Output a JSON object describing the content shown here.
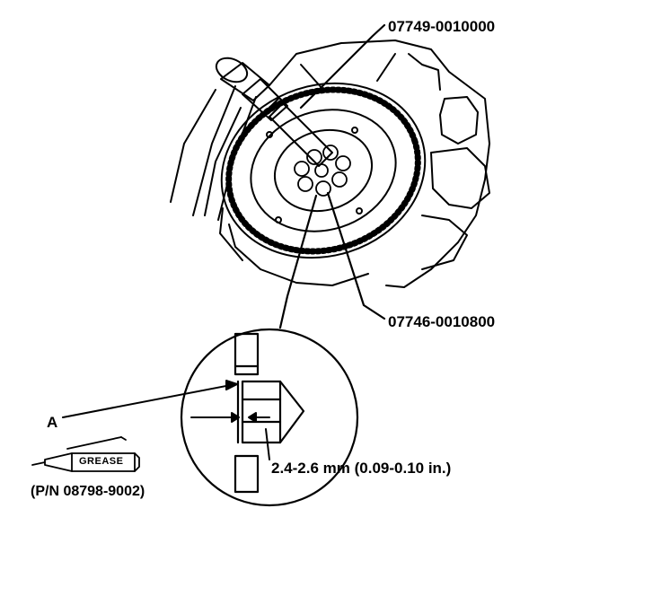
{
  "labels": {
    "tool_top": "07749-0010000",
    "tool_bottom": "07746-0010800",
    "callout_a": "A",
    "dimension": "2.4-2.6 mm (0.09-0.10 in.)",
    "grease_tube": "GREASE",
    "part_number": "(P/N 08798-9002)"
  }
}
